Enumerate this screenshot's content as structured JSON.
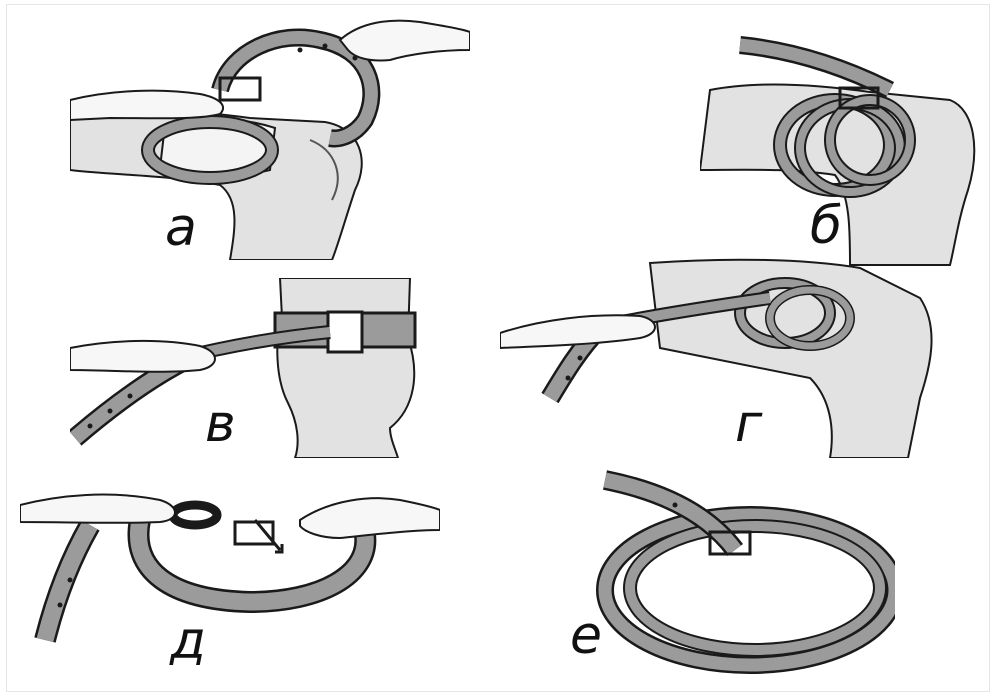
{
  "panels": [
    {
      "id": "a",
      "label": "а"
    },
    {
      "id": "b",
      "label": "б"
    },
    {
      "id": "v",
      "label": "в"
    },
    {
      "id": "g",
      "label": "г"
    },
    {
      "id": "d",
      "label": "д"
    },
    {
      "id": "e",
      "label": "е"
    }
  ],
  "colors": {
    "belt_fill": "#9b9b9b",
    "belt_dark": "#6e6e6e",
    "skin_fill": "#d9d9d9",
    "skin_shade": "#bcbcbc",
    "outline": "#1a1a1a",
    "background": "#ffffff"
  },
  "icons": {
    "arrow": "down-right-arrow"
  }
}
